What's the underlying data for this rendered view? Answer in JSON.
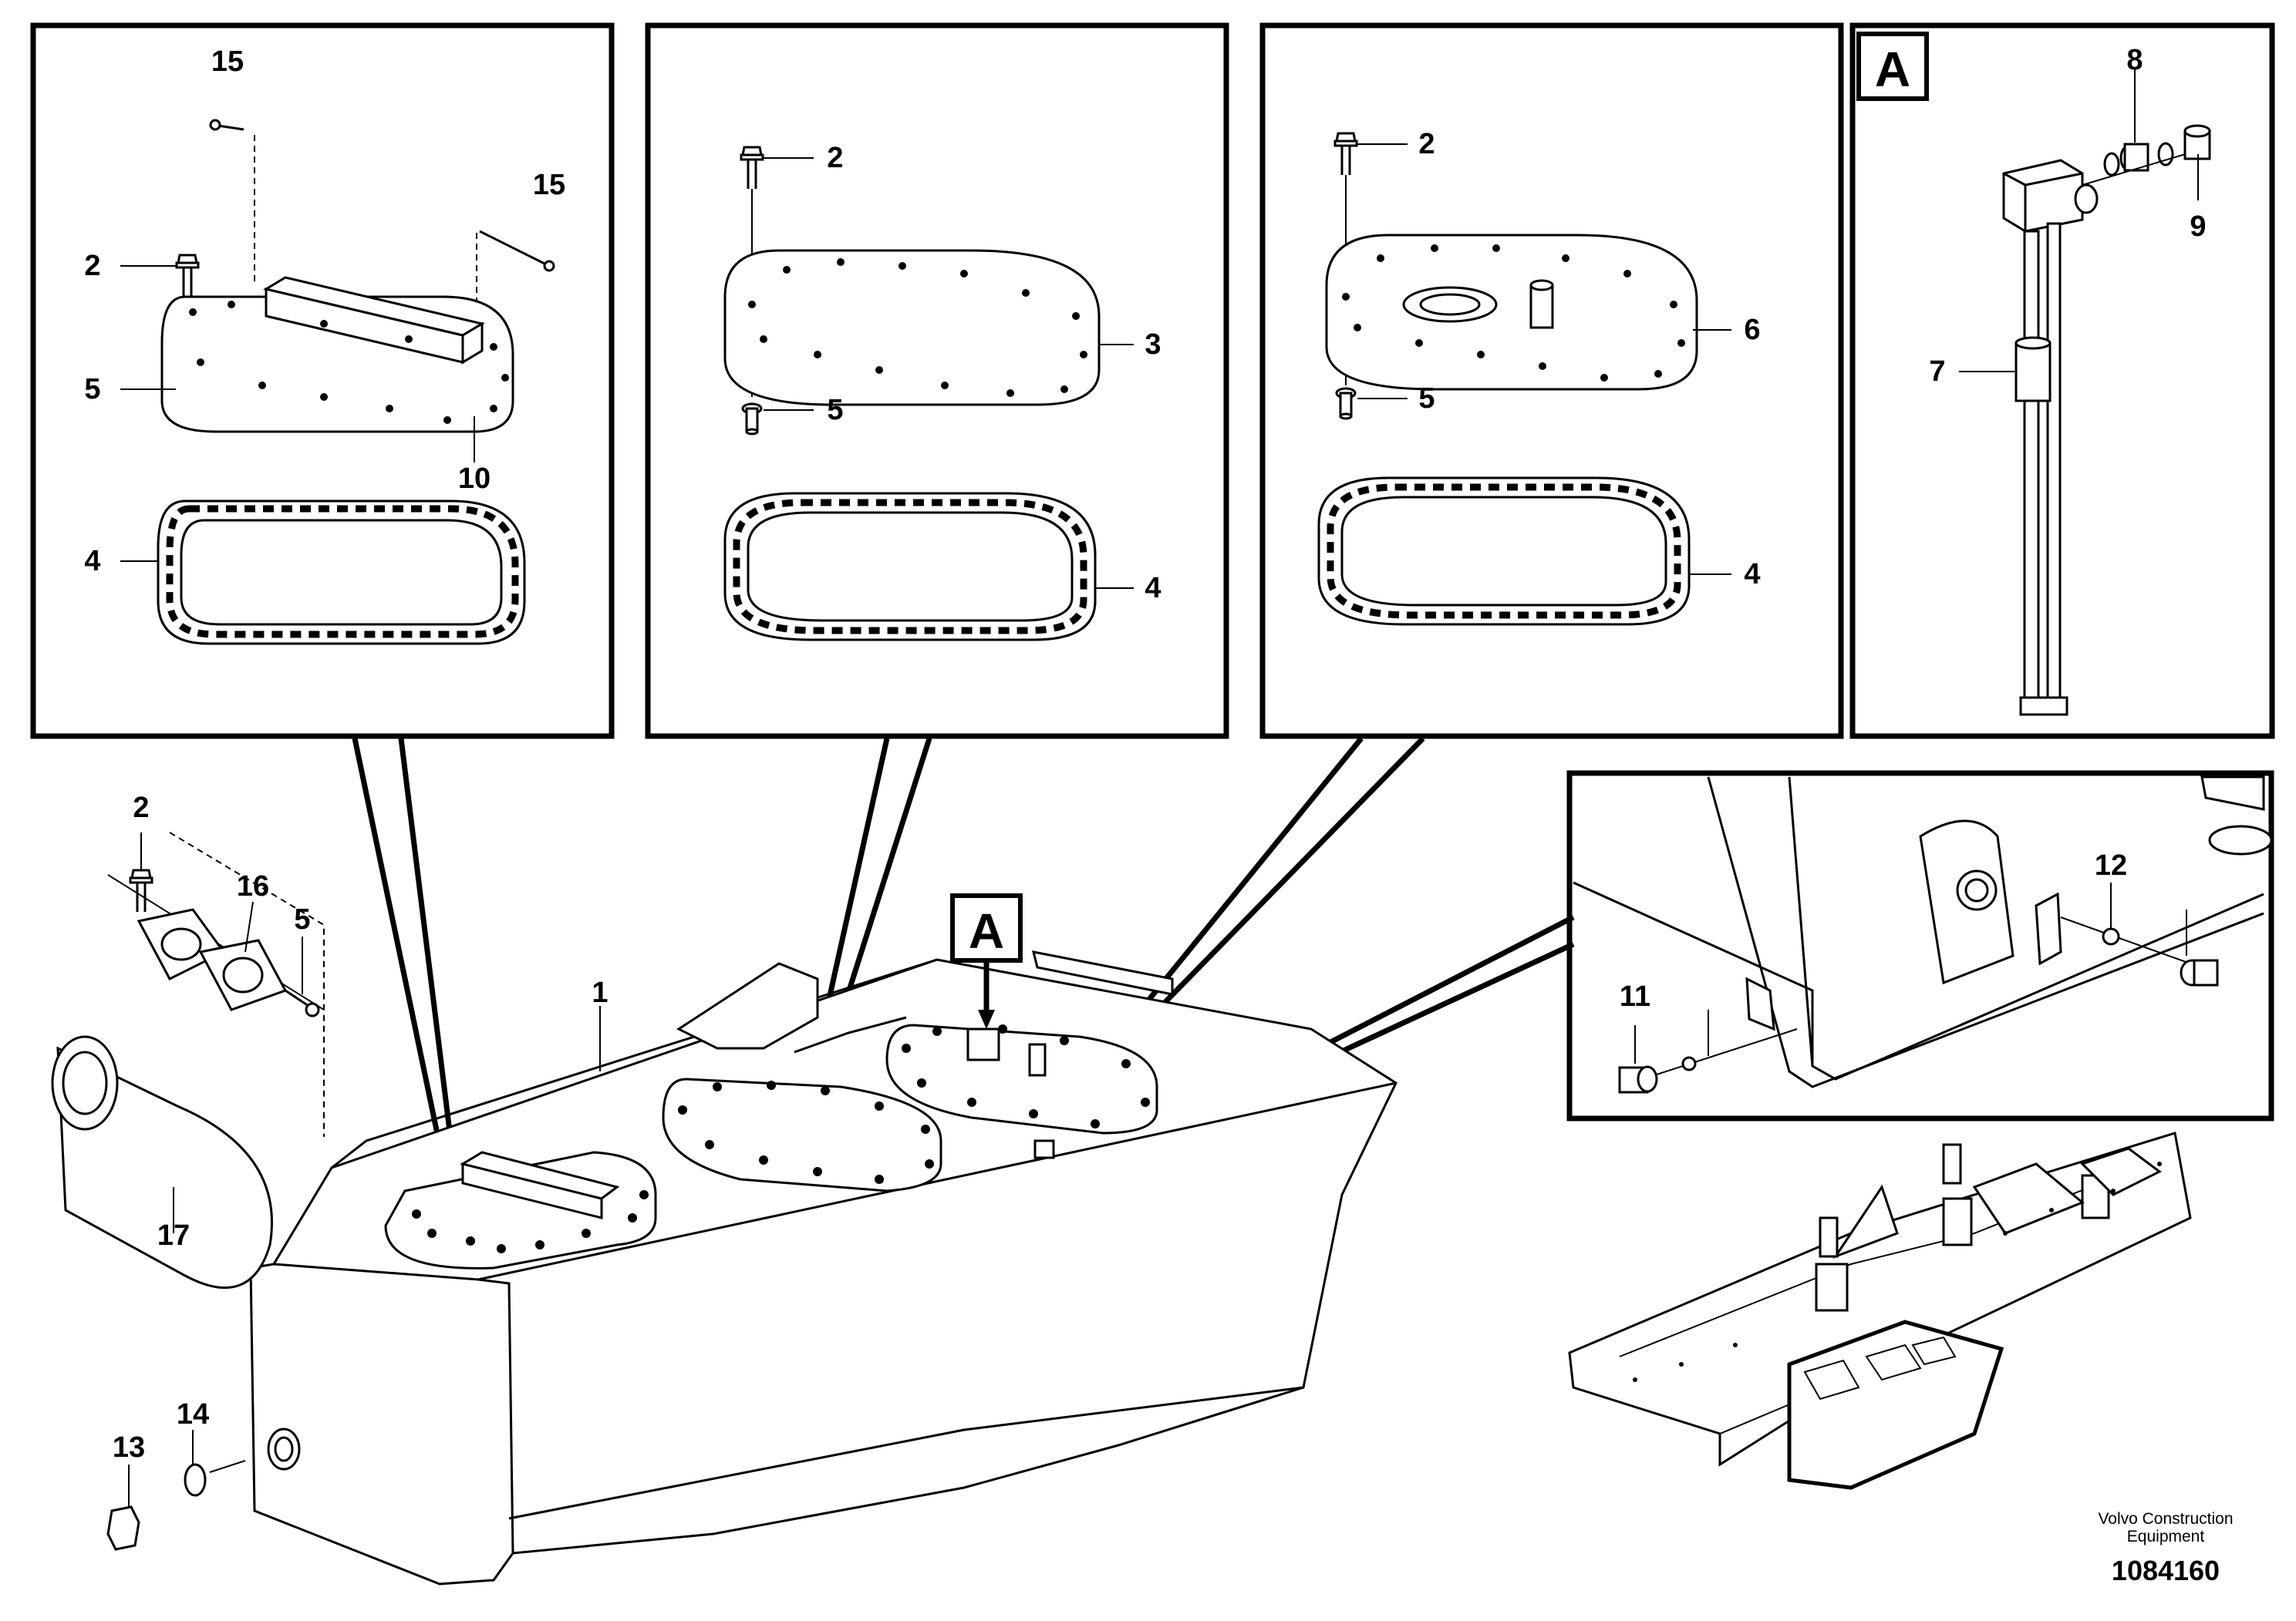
{
  "panels": {
    "p1": {
      "labels": [
        "15",
        "15",
        "2",
        "5",
        "10",
        "4"
      ]
    },
    "p2": {
      "labels": [
        "2",
        "3",
        "5",
        "4"
      ]
    },
    "p3": {
      "labels": [
        "2",
        "6",
        "5",
        "4"
      ]
    },
    "detailA": {
      "tag": "A",
      "labels": [
        "8",
        "9",
        "7"
      ]
    },
    "drain": {
      "labels": [
        "12",
        "11"
      ]
    }
  },
  "main": {
    "labels": [
      "2",
      "16",
      "5",
      "1",
      "17",
      "13",
      "14"
    ],
    "marker": "A"
  },
  "credit": {
    "line1": "Volvo Construction",
    "line2": "Equipment"
  },
  "doc_number": "1084160",
  "icons": [
    "bolt-icon",
    "washer-icon",
    "gasket-icon",
    "cover-plate-icon",
    "level-sensor-icon",
    "drain-plug-icon"
  ]
}
